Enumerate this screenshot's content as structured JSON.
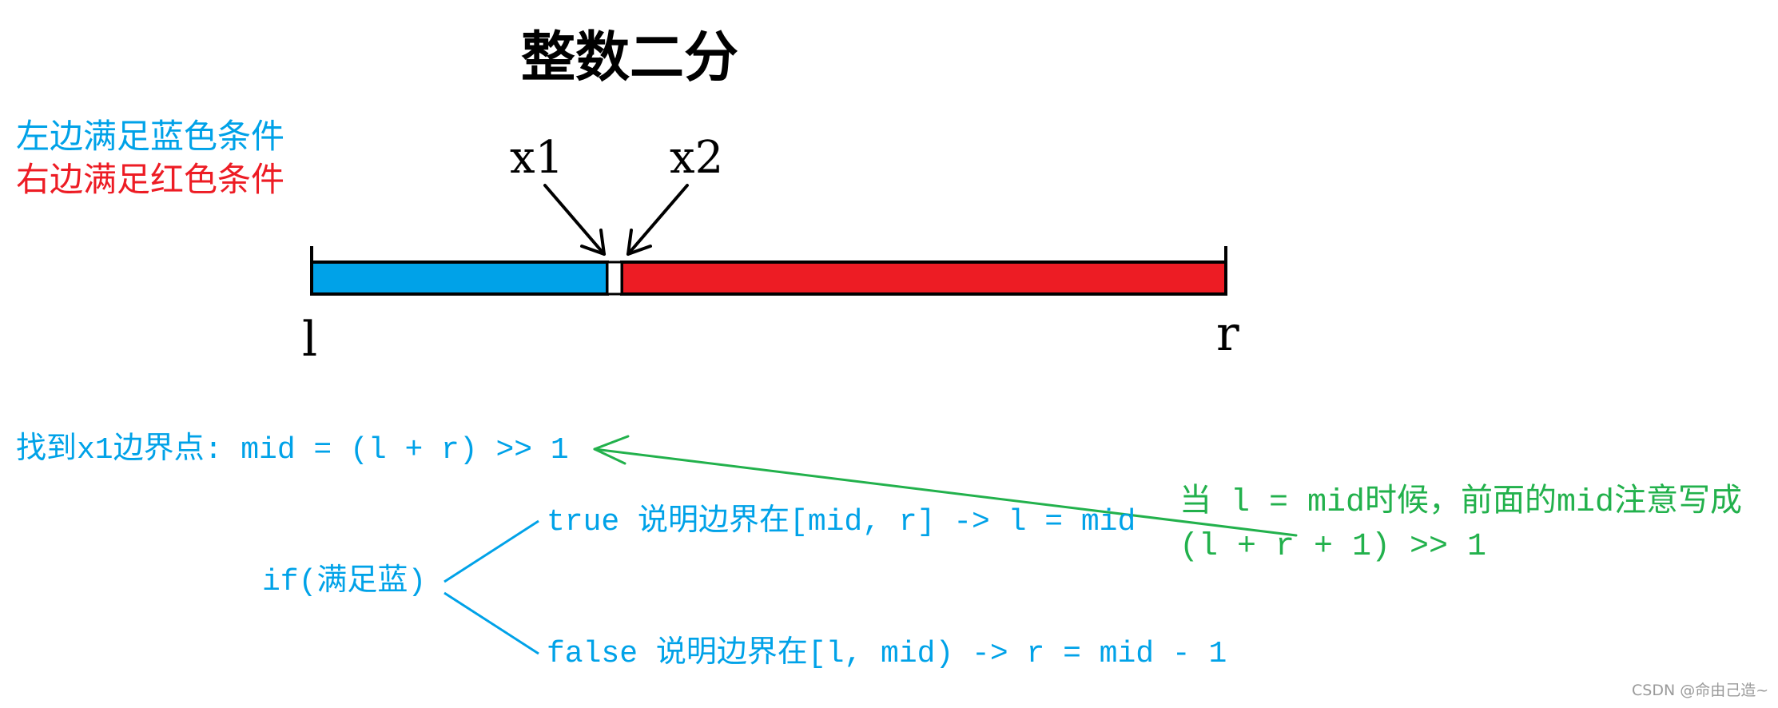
{
  "title": "整数二分",
  "legend": {
    "blue_text": "左边满足蓝色条件",
    "red_text": "右边满足红色条件"
  },
  "number_line": {
    "left_label": "l",
    "right_label": "r",
    "point1_label": "x1",
    "point2_label": "x2"
  },
  "code": {
    "find_line": "找到x1边界点: mid = (l + r) >> 1",
    "condition": "if(满足蓝)",
    "true_branch": "true  说明边界在[mid, r] -> l = mid",
    "false_branch": "false 说明边界在[l, mid) -> r = mid - 1"
  },
  "note": {
    "line1": "当 l = mid时候，前面的mid注意写成",
    "line2": "(l + r + 1) >> 1"
  },
  "watermark": "CSDN @命由己造~",
  "colors": {
    "blue": "#00a2e8",
    "red": "#ed1c24",
    "green": "#22b14c",
    "black": "#000000"
  }
}
